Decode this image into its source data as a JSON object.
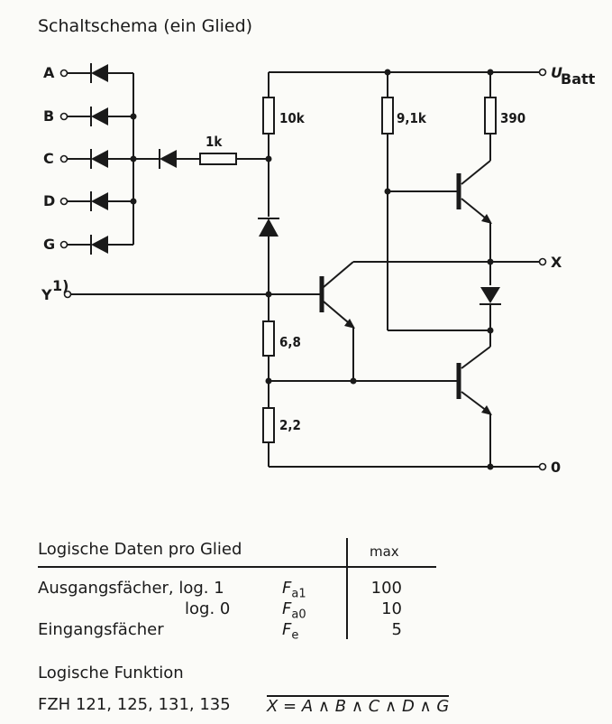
{
  "title": "Schaltschema (ein Glied)",
  "inputs": [
    "A",
    "B",
    "C",
    "D",
    "G"
  ],
  "input_y": "Y",
  "input_y_note": "1)",
  "outputs": {
    "supply": "U",
    "supply_sub": "Batt",
    "x": "X",
    "ground": "0"
  },
  "resistors": {
    "r_1k": "1k",
    "r_10k": "10k",
    "r_9k1": "9,1k",
    "r_390": "390",
    "r_6k8": "6,8",
    "r_2k2": "2,2"
  },
  "table": {
    "heading": "Logische Daten pro Glied",
    "col_max": "max",
    "rows": [
      {
        "label": "Ausgangsfächer, log. 1",
        "symbol": "F",
        "symbol_sub": "a1",
        "value": "100"
      },
      {
        "label": "log. 0",
        "symbol": "F",
        "symbol_sub": "a0",
        "value": "10"
      },
      {
        "label": "Eingangsfächer",
        "symbol": "F",
        "symbol_sub": "e",
        "value": "5"
      }
    ]
  },
  "function": {
    "heading": "Logische Funktion",
    "parts": "FZH 121, 125, 131, 135",
    "expression": "X = A ∧ B ∧ C ∧ D ∧ G"
  }
}
